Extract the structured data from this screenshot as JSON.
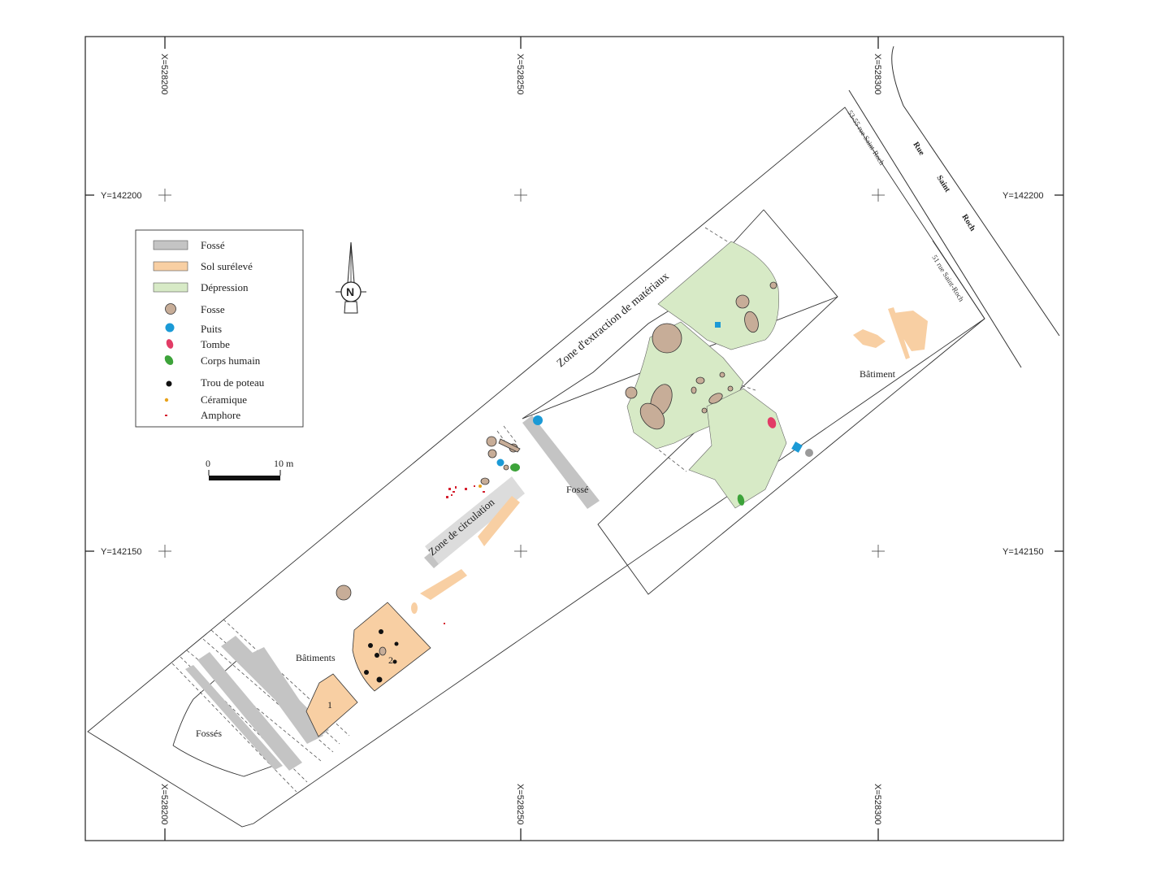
{
  "coordinates": {
    "x_left": "X=528200",
    "x_mid": "X=528250",
    "x_right": "X=528300",
    "y_upper": "Y=142200",
    "y_lower": "Y=142150"
  },
  "legend": {
    "items": [
      {
        "label": "Fossé",
        "symbol": "grey-band",
        "color": "#c0c0c0"
      },
      {
        "label": "Sol surélevé",
        "symbol": "orange-band",
        "color": "#f8cfa3"
      },
      {
        "label": "Dépression",
        "symbol": "green-band",
        "color": "#d7eac6"
      },
      {
        "label": "Fosse",
        "symbol": "brown-dot",
        "color": "#c7ad98"
      },
      {
        "label": "Puits",
        "symbol": "blue-dot",
        "color": "#1b9ad6"
      },
      {
        "label": "Tombe",
        "symbol": "pink-oval",
        "color": "#e23c66"
      },
      {
        "label": "Corps humain",
        "symbol": "green-oval",
        "color": "#3da33a"
      },
      {
        "label": "Trou de poteau",
        "symbol": "black-dot",
        "color": "#111111"
      },
      {
        "label": "Céramique",
        "symbol": "orange-dot",
        "color": "#e8a21b"
      },
      {
        "label": "Amphore",
        "symbol": "red-speck",
        "color": "#d5202f"
      }
    ]
  },
  "scale": {
    "start": "0",
    "end": "10 m"
  },
  "north": {
    "letter": "N"
  },
  "labels": {
    "zone_extraction": "Zone d'extraction de matériaux",
    "zone_circulation": "Zone de circulation",
    "fosse_ditch": "Fossé",
    "fosses": "Fossés",
    "batiments": "Bâtiments",
    "batiment": "Bâtiment",
    "bat1": "1",
    "bat2": "2",
    "addr_53_55": "53-55 rue Saint-Roch",
    "addr_51": "51 rue Saint-Roch",
    "street_rue": "Rue",
    "street_saint": "Saint",
    "street_roch": "Roch"
  }
}
